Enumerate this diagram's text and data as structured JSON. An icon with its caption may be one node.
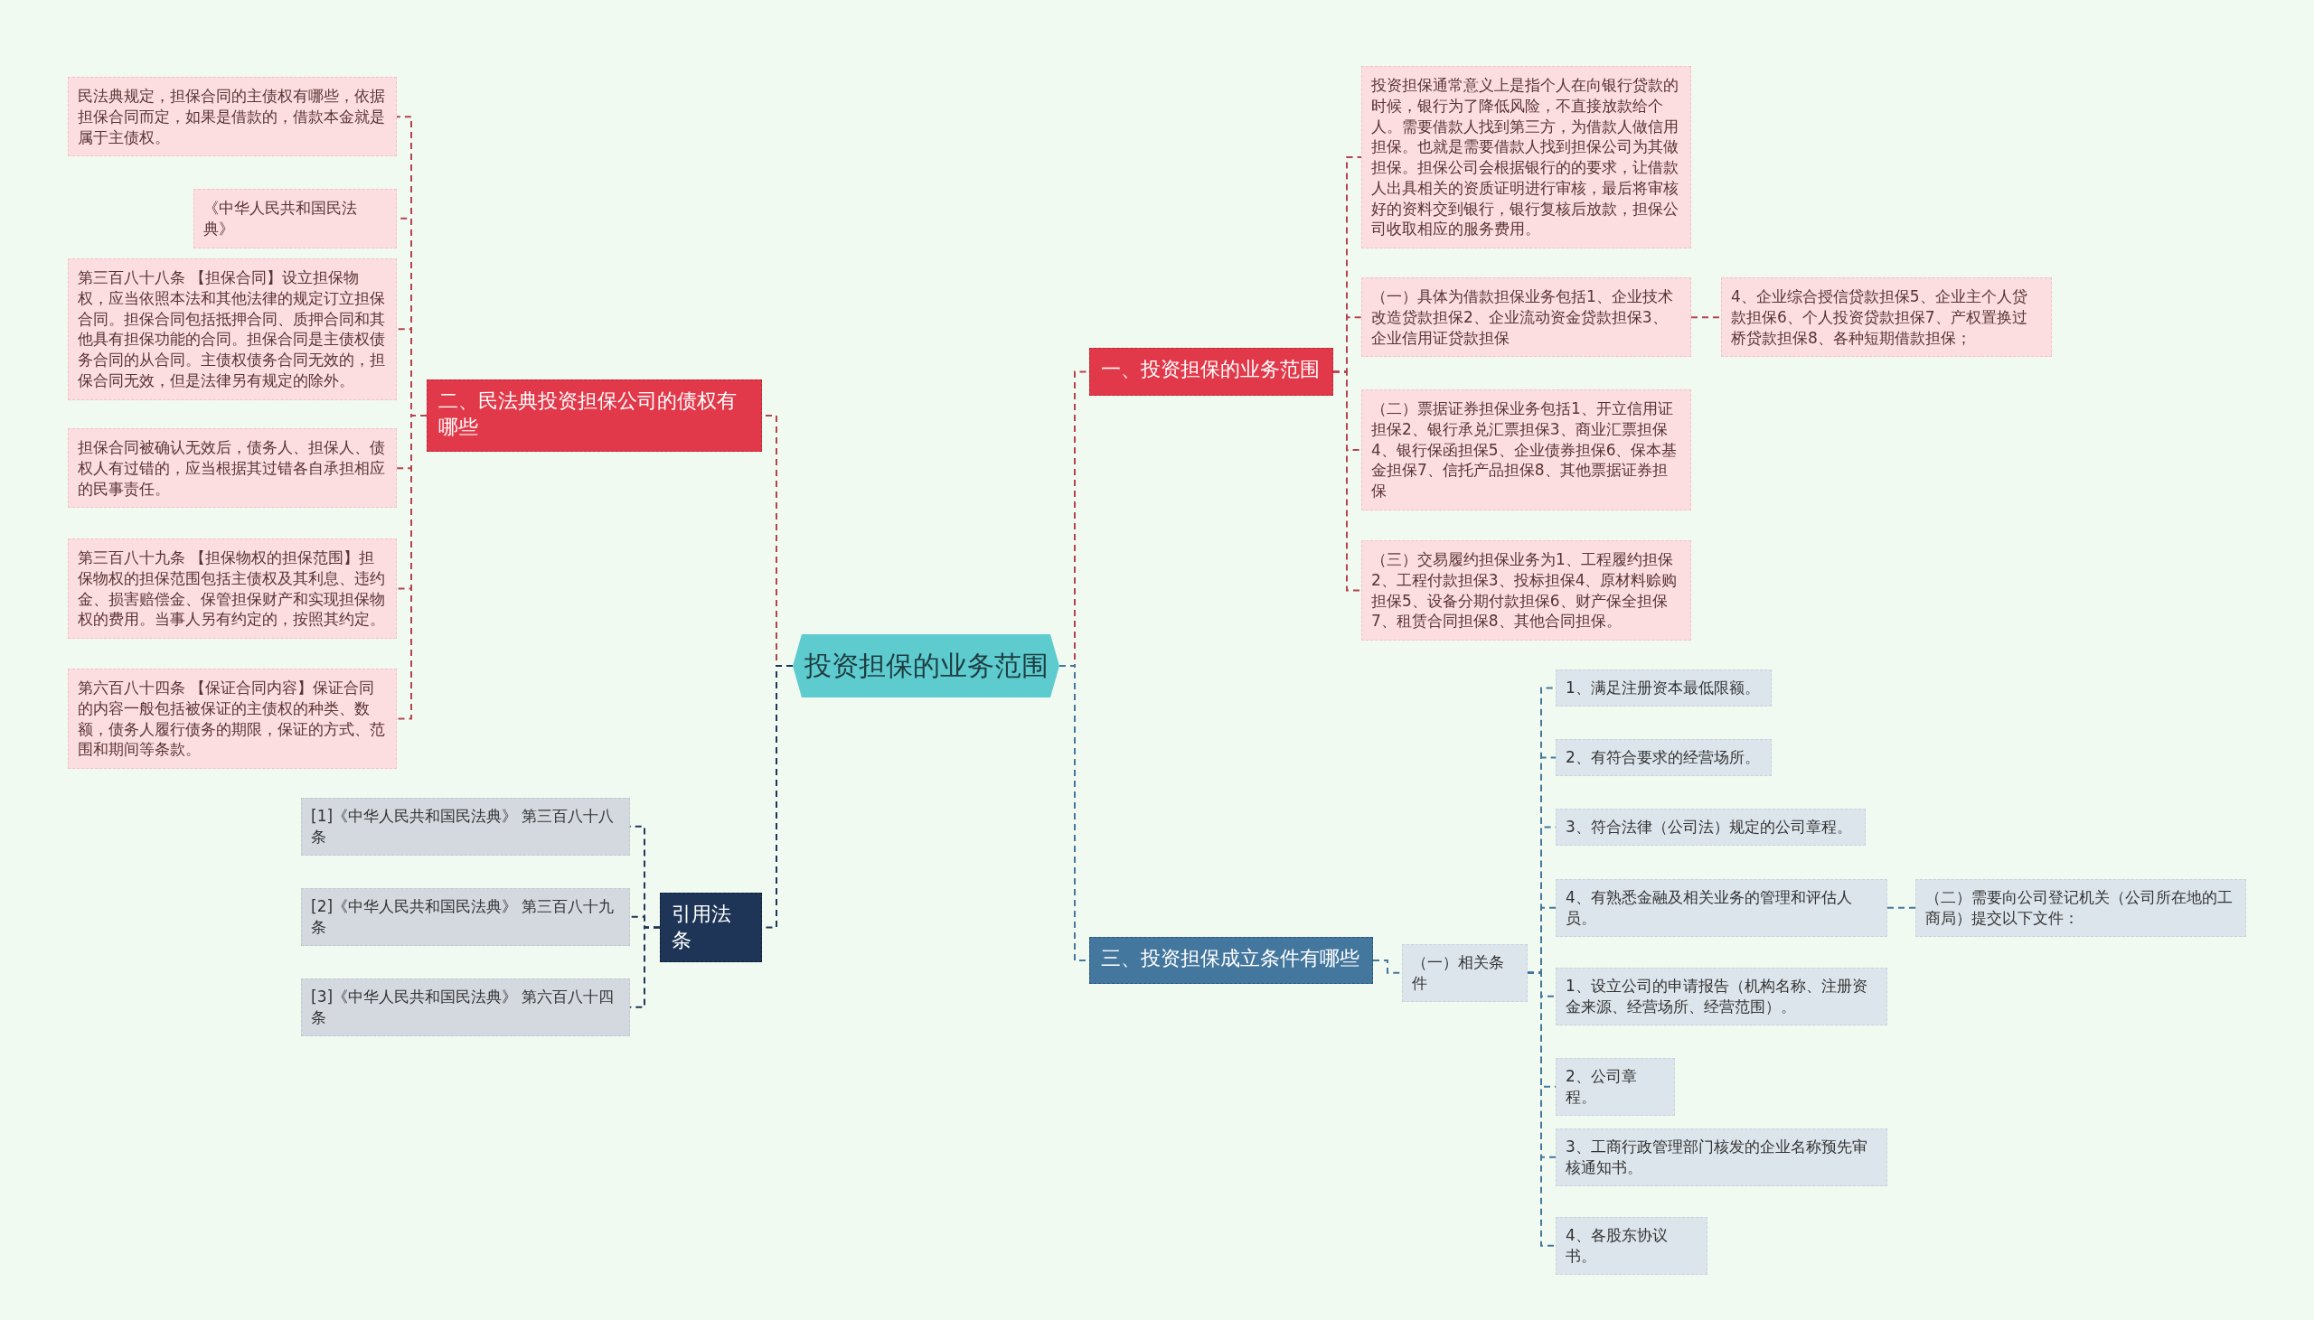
{
  "diagram": {
    "nodes": [
      {
        "text": [
          "投资担保的业务范围"
        ]
      },
      {
        "text": [
          "一、投资担保的业务范围"
        ]
      },
      {
        "text": [
          "投资担保通常意义上是指个人在向银行贷款的时候，银行为了降低风险，不直接放款给个人。需要借款人找到第三方，为借款人做信用担保。也就是需要借款人找到担保公司为其做担保。担保公司会根据银行的的要求，让借款人出具相关的资质证明进行审核，最后将审核好的资料交到银行，银行复核后放款，担保公司收取相应的服务费用。"
        ]
      },
      {
        "text": [
          "（一）具体为借款担保业务包括1、企业技术改造贷款担保2、企业流动资金贷款担保3、企业信用证贷款担保"
        ]
      },
      {
        "text": [
          "4、企业综合授信贷款担保5、企业主个人贷款担保6、个人投资贷款担保7、产权置换过桥贷款担保8、各种短期借款担保；"
        ]
      },
      {
        "text": [
          "（二）票据证券担保业务包括1、开立信用证担保2、银行承兑汇票担保3、商业汇票担保4、银行保函担保5、企业债券担保6、保本基金担保7、信托产品担保8、其他票据证券担保"
        ]
      },
      {
        "text": [
          "（三）交易履约担保业务为1、工程履约担保2、工程付款担保3、投标担保4、原材料赊购担保5、设备分期付款担保6、财产保全担保7、租赁合同担保8、其他合同担保。"
        ]
      },
      {
        "text": [
          "三、投资担保成立条件有哪些"
        ]
      },
      {
        "text": [
          "（一）相关条件"
        ]
      },
      {
        "text": [
          "1、满足注册资本最低限额。"
        ]
      },
      {
        "text": [
          "2、有符合要求的经营场所。"
        ]
      },
      {
        "text": [
          "3、符合法律（公司法）规定的公司章程。"
        ]
      },
      {
        "text": [
          "4、有熟悉金融及相关业务的管理和评估人员。"
        ]
      },
      {
        "text": [
          "（二）需要向公司登记机关（公司所在地的工商局）提交以下文件："
        ]
      },
      {
        "text": [
          "1、设立公司的申请报告（机构名称、注册资金来源、经营场所、经营范围）。"
        ]
      },
      {
        "text": [
          "2、公司章程。"
        ]
      },
      {
        "text": [
          "3、工商行政管理部门核发的企业名称预先审核通知书。"
        ]
      },
      {
        "text": [
          "4、各股东协议书。"
        ]
      },
      {
        "text": [
          "二、民法典投资担保公司的债权有哪些"
        ]
      },
      {
        "text": [
          "民法典规定，担保合同的主债权有哪些，依据担保合同而定，如果是借款的，借款本金就是属于主债权。"
        ]
      },
      {
        "text": [
          "《中华人民共和国民法典》"
        ]
      },
      {
        "text": [
          "第三百八十八条 【担保合同】设立担保物权，应当依照本法和其他法律的规定订立担保合同。担保合同包括抵押合同、质押合同和其他具有担保功能的合同。担保合同是主债权债务合同的从合同。主债权债务合同无效的，担保合同无效，但是法律另有规定的除外。"
        ]
      },
      {
        "text": [
          "担保合同被确认无效后，债务人、担保人、债权人有过错的，应当根据其过错各自承担相应的民事责任。"
        ]
      },
      {
        "text": [
          "第三百八十九条 【担保物权的担保范围】担保物权的担保范围包括主债权及其利息、违约金、损害赔偿金、保管担保财产和实现担保物权的费用。当事人另有约定的，按照其约定。"
        ]
      },
      {
        "text": [
          "第六百八十四条 【保证合同内容】保证合同的内容一般包括被保证的主债权的种类、数额，债务人履行债务的期限，保证的方式、范围和期间等条款。"
        ]
      },
      {
        "text": [
          "引用法条"
        ]
      },
      {
        "text": [
          "[1]《中华人民共和国民法典》 第三百八十八条"
        ]
      },
      {
        "text": [
          "[2]《中华人民共和国民法典》 第三百八十九条"
        ]
      },
      {
        "text": [
          "[3]《中华人民共和国民法典》 第六百八十四条"
        ]
      }
    ],
    "edges": [
      {
        "from": 0,
        "to": 1,
        "arrow": "none",
        "style": "dashed"
      },
      {
        "from": 1,
        "to": 2,
        "arrow": "none",
        "style": "dashed"
      },
      {
        "from": 1,
        "to": 3,
        "arrow": "none",
        "style": "dashed"
      },
      {
        "from": 3,
        "to": 4,
        "arrow": "none",
        "style": "dashed"
      },
      {
        "from": 1,
        "to": 5,
        "arrow": "none",
        "style": "dashed"
      },
      {
        "from": 1,
        "to": 6,
        "arrow": "none",
        "style": "dashed"
      },
      {
        "from": 0,
        "to": 7,
        "arrow": "none",
        "style": "dashed",
        "color": "#44779d"
      },
      {
        "from": 7,
        "to": 8,
        "arrow": "none",
        "style": "dashed",
        "color": "#44779d"
      },
      {
        "from": 8,
        "to": 9,
        "arrow": "none",
        "style": "dashed",
        "color": "#44779d"
      },
      {
        "from": 8,
        "to": 10,
        "arrow": "none",
        "style": "dashed",
        "color": "#44779d"
      },
      {
        "from": 8,
        "to": 11,
        "arrow": "none",
        "style": "dashed",
        "color": "#44779d"
      },
      {
        "from": 8,
        "to": 12,
        "arrow": "none",
        "style": "dashed",
        "color": "#44779d"
      },
      {
        "from": 12,
        "to": 13,
        "arrow": "none",
        "style": "dashed",
        "color": "#44779d"
      },
      {
        "from": 8,
        "to": 14,
        "arrow": "none",
        "style": "dashed",
        "color": "#44779d"
      },
      {
        "from": 8,
        "to": 15,
        "arrow": "none",
        "style": "dashed",
        "color": "#44779d"
      },
      {
        "from": 8,
        "to": 16,
        "arrow": "none",
        "style": "dashed",
        "color": "#44779d"
      },
      {
        "from": 8,
        "to": 17,
        "arrow": "none",
        "style": "dashed",
        "color": "#44779d"
      },
      {
        "from": 0,
        "to": 18,
        "arrow": "none",
        "style": "dashed"
      },
      {
        "from": 18,
        "to": 19,
        "arrow": "none",
        "style": "dashed"
      },
      {
        "from": 18,
        "to": 20,
        "arrow": "none",
        "style": "dashed"
      },
      {
        "from": 18,
        "to": 21,
        "arrow": "none",
        "style": "dashed"
      },
      {
        "from": 18,
        "to": 22,
        "arrow": "none",
        "style": "dashed"
      },
      {
        "from": 18,
        "to": 23,
        "arrow": "none",
        "style": "dashed"
      },
      {
        "from": 18,
        "to": 24,
        "arrow": "none",
        "style": "dashed"
      },
      {
        "from": 0,
        "to": 25,
        "arrow": "none",
        "style": "dashed",
        "color": "#1e3557"
      },
      {
        "from": 25,
        "to": 26,
        "arrow": "none",
        "style": "dashed",
        "color": "#1e3557"
      },
      {
        "from": 25,
        "to": 27,
        "arrow": "none",
        "style": "dashed",
        "color": "#1e3557"
      },
      {
        "from": 25,
        "to": 28,
        "arrow": "none",
        "style": "dashed",
        "color": "#1e3557"
      }
    ]
  }
}
